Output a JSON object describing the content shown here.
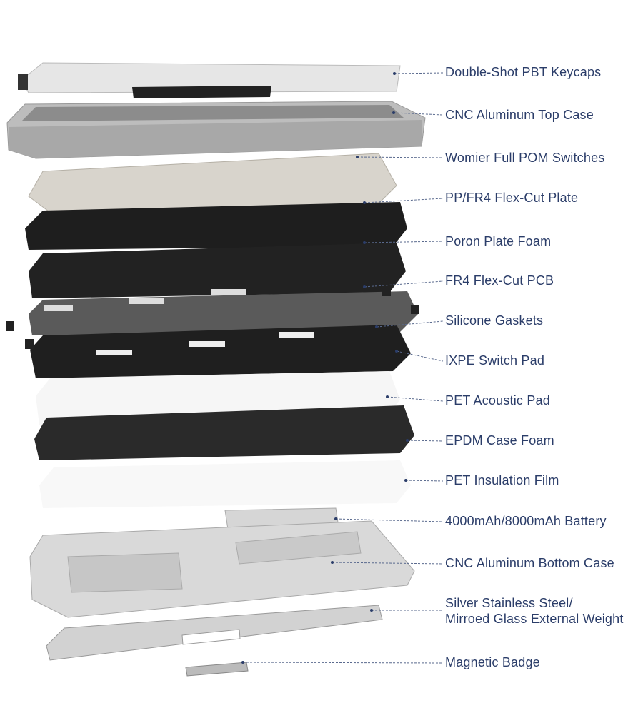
{
  "colors": {
    "label": "#2b3d69",
    "leader": "#5a6a8e"
  },
  "labels": [
    {
      "id": "keycaps",
      "text": "Double-Shot PBT Keycaps"
    },
    {
      "id": "top-case",
      "text": "CNC Aluminum Top Case"
    },
    {
      "id": "switches",
      "text": "Womier Full POM Switches"
    },
    {
      "id": "plate",
      "text": "PP/FR4 Flex-Cut Plate"
    },
    {
      "id": "plate-foam",
      "text": "Poron Plate Foam"
    },
    {
      "id": "pcb",
      "text": "FR4 Flex-Cut PCB"
    },
    {
      "id": "gaskets",
      "text": "Silicone Gaskets"
    },
    {
      "id": "switch-pad",
      "text": "IXPE Switch Pad"
    },
    {
      "id": "acoustic-pad",
      "text": "PET Acoustic Pad"
    },
    {
      "id": "case-foam",
      "text": "EPDM Case Foam"
    },
    {
      "id": "insulation-film",
      "text": "PET Insulation Film"
    },
    {
      "id": "battery",
      "text": "4000mAh/8000mAh Battery"
    },
    {
      "id": "bottom-case",
      "text": "CNC Aluminum Bottom Case"
    },
    {
      "id": "weight",
      "text": "Silver Stainless Steel/",
      "text2": "Mirroed Glass External Weight"
    },
    {
      "id": "badge",
      "text": "Magnetic Badge"
    }
  ]
}
